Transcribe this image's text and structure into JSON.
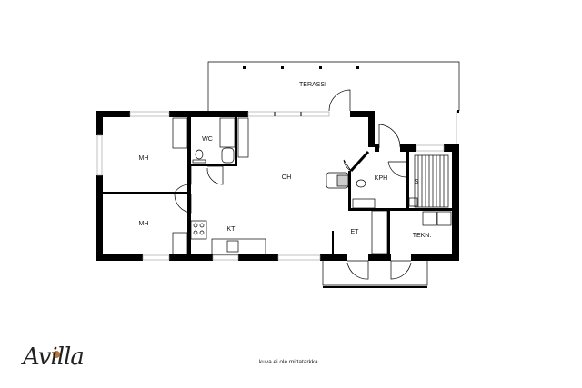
{
  "rooms": {
    "terrace": "TERASSI",
    "wc": "WC",
    "bedroom1": "MH",
    "bedroom2": "MH",
    "living": "OH",
    "kitchen": "KT",
    "bathroom": "KPH",
    "sauna": "S",
    "entry": "ET",
    "technical": "TEKN."
  },
  "footer": {
    "logo": "Avilla",
    "note": "kuva ei ole mittatarkka"
  },
  "colors": {
    "wall": "#000000",
    "logo_accent": "#b8763a"
  }
}
